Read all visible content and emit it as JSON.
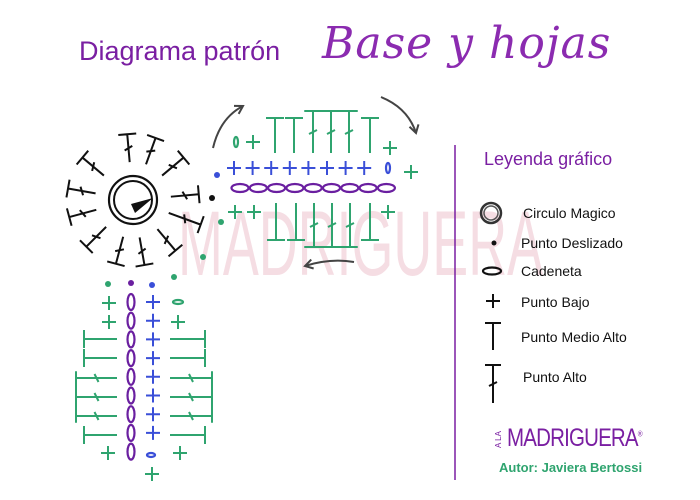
{
  "header": {
    "title": "Diagrama patrón",
    "script_title": "Base y hojas"
  },
  "watermark": "MADRIGUERA",
  "legend": {
    "title": "Leyenda gráfico",
    "items": [
      {
        "icon": "magic-ring-icon",
        "label": "Circulo Magico"
      },
      {
        "icon": "slip-stitch-dot-icon",
        "label": "Punto Deslizado"
      },
      {
        "icon": "chain-oval-icon",
        "label": "Cadeneta"
      },
      {
        "icon": "single-crochet-plus-icon",
        "label": "Punto Bajo"
      },
      {
        "icon": "half-double-t-icon",
        "label": "Punto Medio Alto"
      },
      {
        "icon": "double-crochet-t-icon",
        "label": "Punto Alto"
      }
    ]
  },
  "brand": {
    "prefix": "A LA",
    "name": "MADRIGUERA",
    "mark": "®",
    "author": "Autor: Javiera Bertossi"
  },
  "colors": {
    "title": "#7a1fa2",
    "green": "#2fa46f",
    "blue": "#3a4fd8",
    "purple": "#6a1fa0",
    "black": "#111111",
    "watermark": "#f5dde3"
  }
}
